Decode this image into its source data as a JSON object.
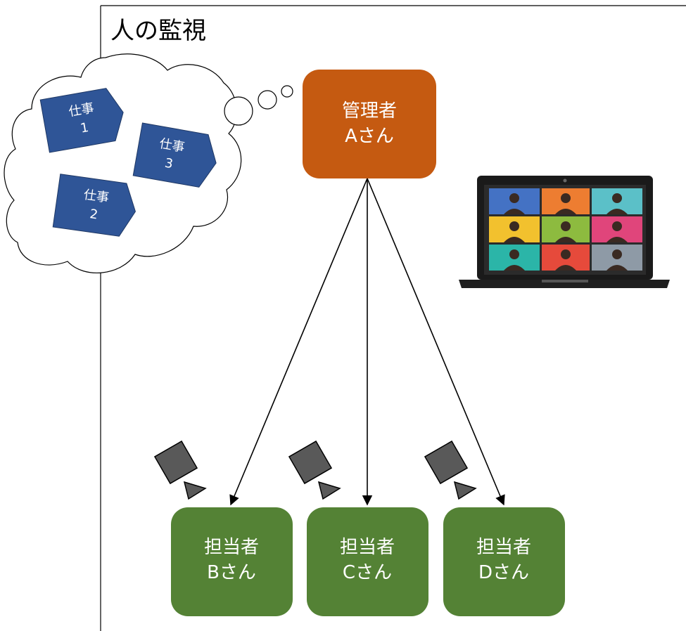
{
  "title": "人の監視",
  "manager": {
    "line1": "管理者",
    "line2": "Aさん",
    "color": "#C55A11"
  },
  "workers": [
    {
      "line1": "担当者",
      "line2": "Bさん"
    },
    {
      "line1": "担当者",
      "line2": "Cさん"
    },
    {
      "line1": "担当者",
      "line2": "Dさん"
    }
  ],
  "worker_color": "#548235",
  "tasks": [
    {
      "line1": "仕事",
      "line2": "1"
    },
    {
      "line1": "仕事",
      "line2": "2"
    },
    {
      "line1": "仕事",
      "line2": "3"
    }
  ],
  "task_color": "#2F5597",
  "camera_color": "#595959",
  "icons": {
    "laptop": "video-conference-laptop-icon",
    "camera": "surveillance-camera-icon",
    "thought": "thought-bubble-icon"
  }
}
